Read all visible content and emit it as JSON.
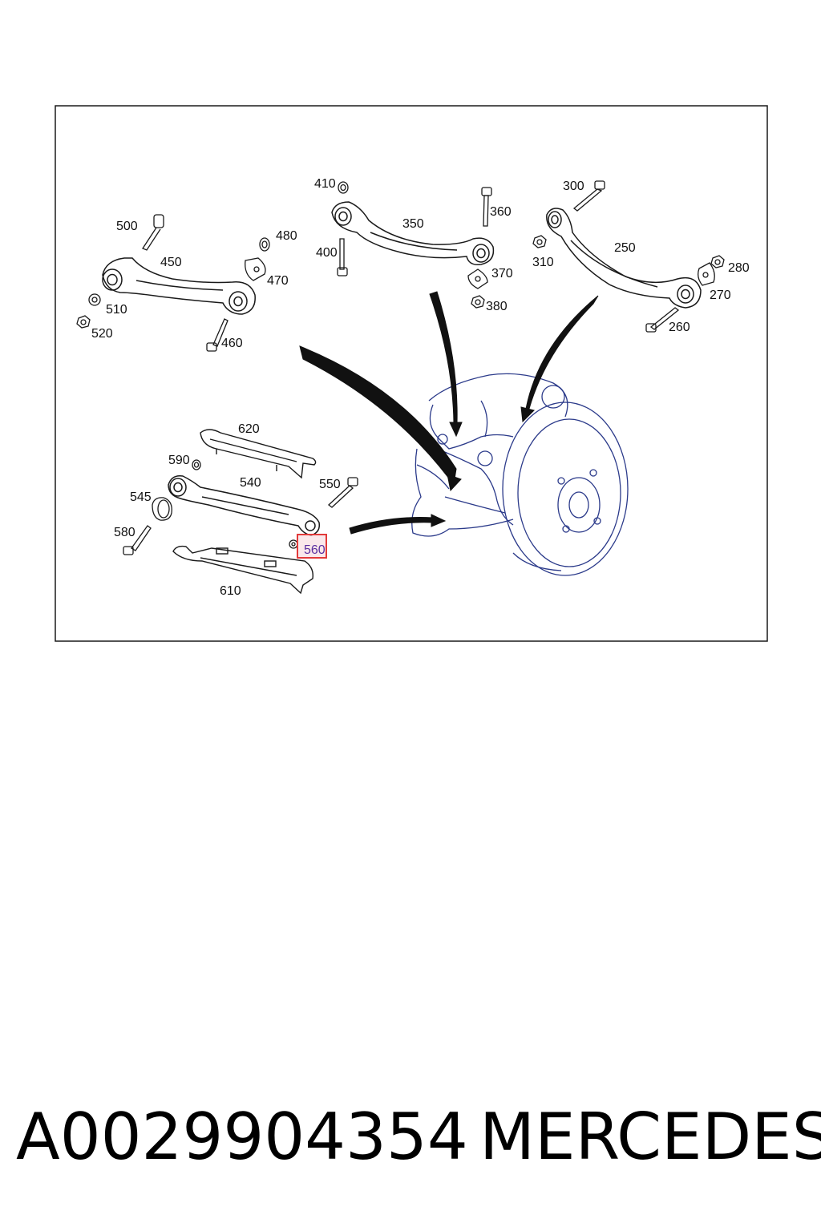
{
  "diagram": {
    "labels": {
      "p250": "250",
      "p260": "260",
      "p270": "270",
      "p280": "280",
      "p300": "300",
      "p310": "310",
      "p350": "350",
      "p360": "360",
      "p370": "370",
      "p380": "380",
      "p400": "400",
      "p410": "410",
      "p450": "450",
      "p460": "460",
      "p470": "470",
      "p480": "480",
      "p500": "500",
      "p510": "510",
      "p520": "520",
      "p540": "540",
      "p545": "545",
      "p550": "550",
      "p560": "560",
      "p580": "580",
      "p590": "590",
      "p610": "610",
      "p620": "620"
    },
    "highlighted_part": "560",
    "colors": {
      "ink": "#1a1a1a",
      "knuckle": "#2b3a8a",
      "highlight_border": "#e23a3a",
      "highlight_fill": "#f6d6da"
    }
  },
  "caption": {
    "part_number": "A0029904354",
    "brand": "MERCEDES"
  }
}
